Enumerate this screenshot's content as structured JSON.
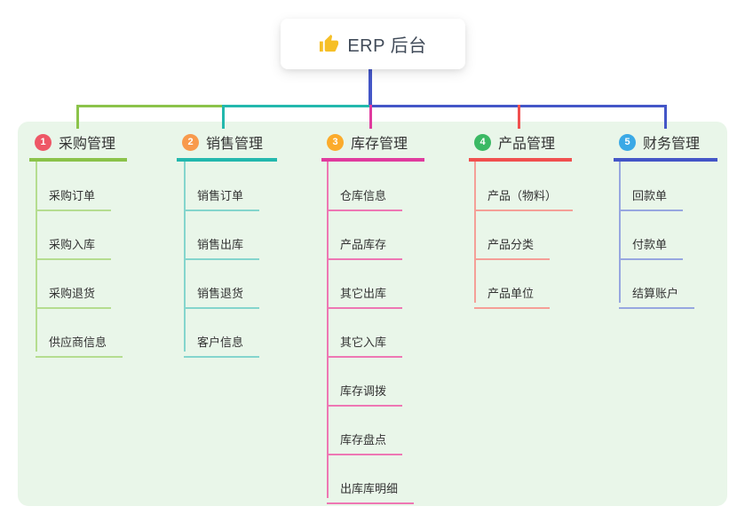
{
  "root": {
    "icon": "thumbs-up-icon",
    "label": "ERP 后台",
    "line_color": "#4456c7",
    "icon_color": "#f6bf26",
    "text_color": "#404a58"
  },
  "theme": {
    "panel_bg": "#e9f6e9",
    "node_text_color": "#333333",
    "root_box_bg": "#ffffff"
  },
  "branches": [
    {
      "num": "1",
      "label": "采购管理",
      "badge_color": "#ee5766",
      "line_color": "#8bc34a",
      "child_line_color": "#b5dd90",
      "children": [
        "采购订单",
        "采购入库",
        "采购退货",
        "供应商信息"
      ]
    },
    {
      "num": "2",
      "label": "销售管理",
      "badge_color": "#f89a4c",
      "line_color": "#23b8ad",
      "child_line_color": "#84d5cd",
      "children": [
        "销售订单",
        "销售出库",
        "销售退货",
        "客户信息"
      ]
    },
    {
      "num": "3",
      "label": "库存管理",
      "badge_color": "#fbab2b",
      "line_color": "#e03b9e",
      "child_line_color": "#ee77b4",
      "children": [
        "仓库信息",
        "产品库存",
        "其它出库",
        "其它入库",
        "库存调拨",
        "库存盘点",
        "出库库明细"
      ]
    },
    {
      "num": "4",
      "label": "产品管理",
      "badge_color": "#3bb964",
      "line_color": "#f0504f",
      "child_line_color": "#f59f97",
      "children": [
        "产品（物料）",
        "产品分类",
        "产品单位"
      ]
    },
    {
      "num": "5",
      "label": "财务管理",
      "badge_color": "#3aa9e6",
      "line_color": "#4456c7",
      "child_line_color": "#97a7e0",
      "children": [
        "回款单",
        "付款单",
        "结算账户"
      ]
    }
  ]
}
